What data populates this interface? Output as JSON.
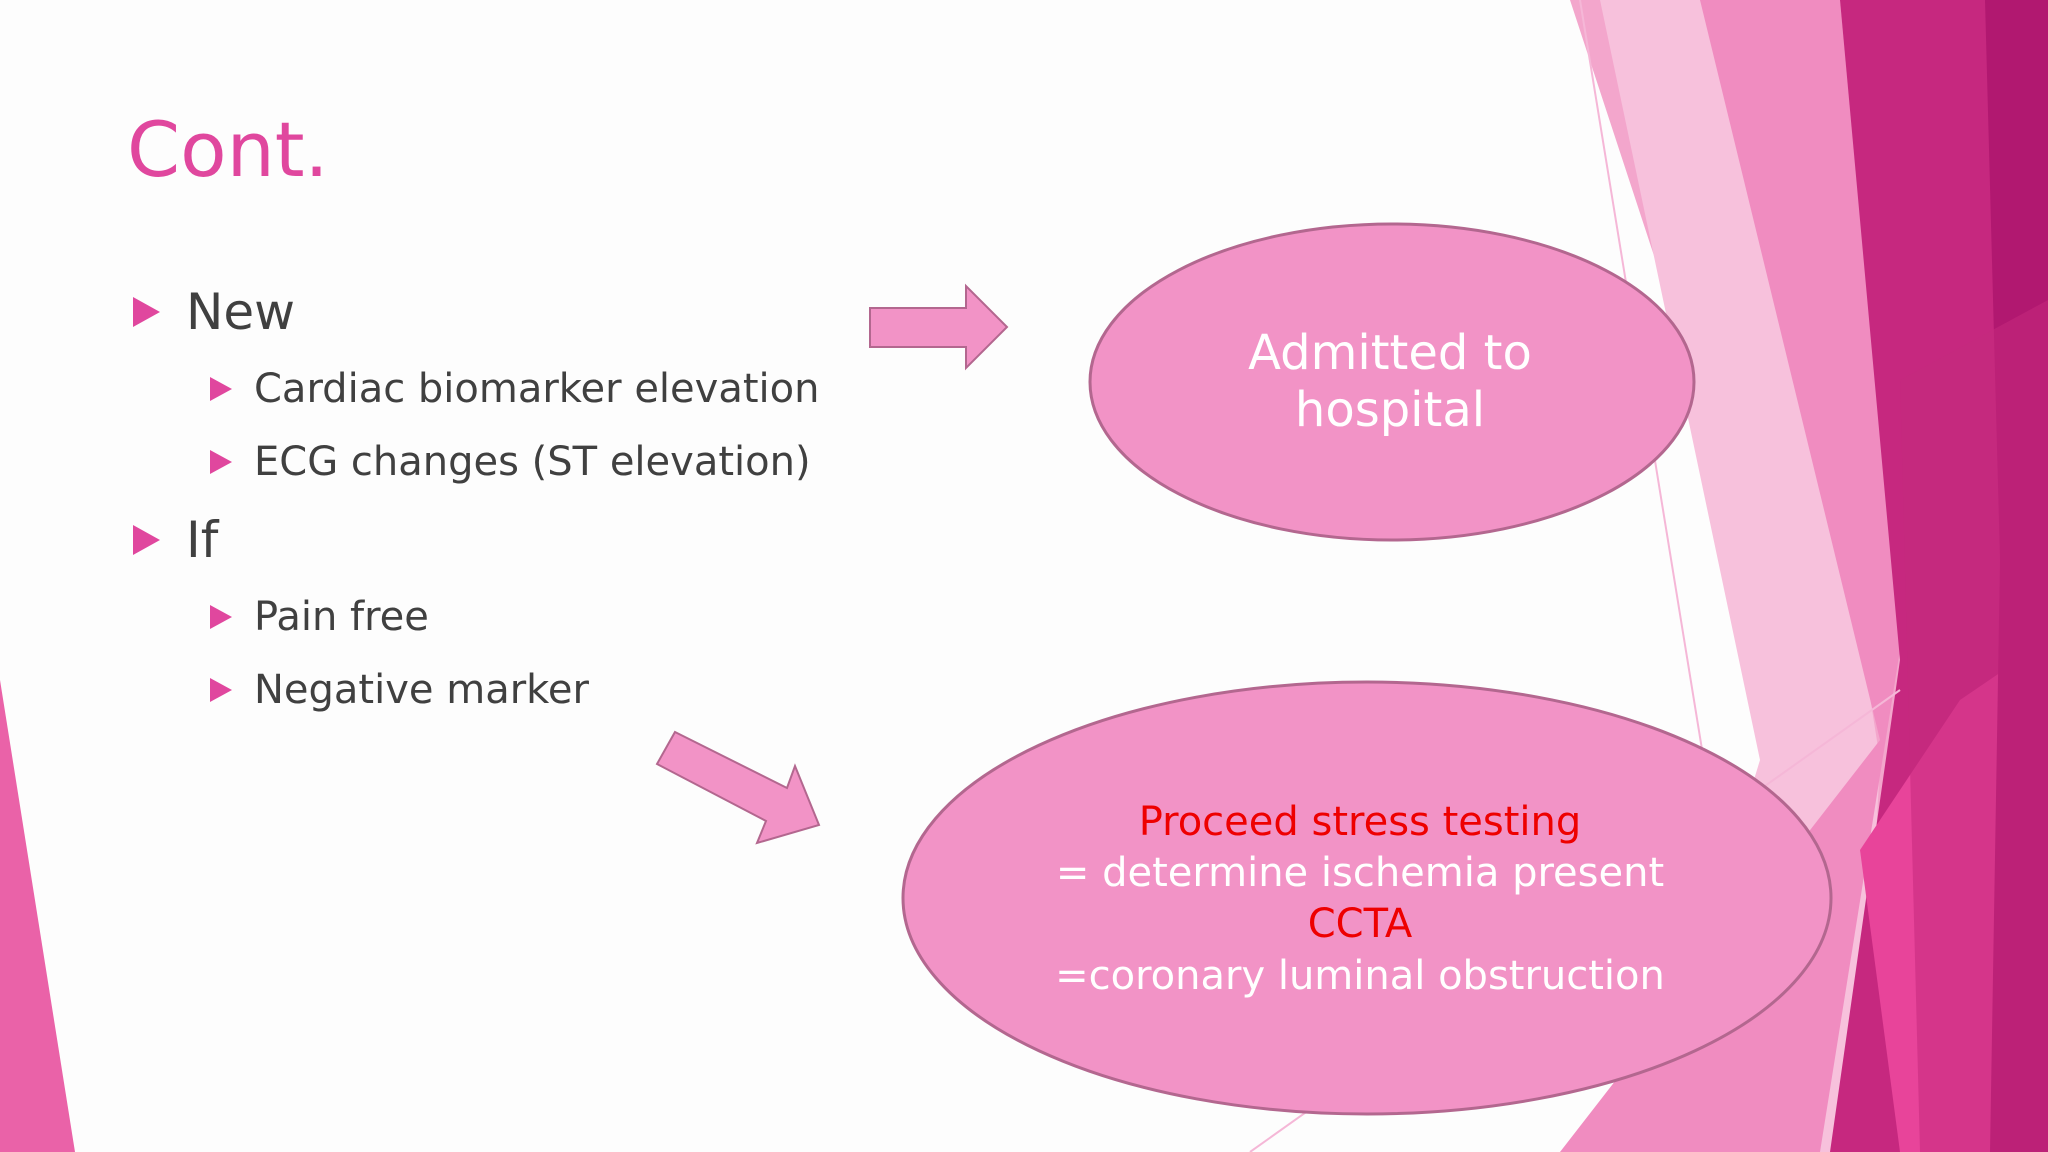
{
  "slide": {
    "title": "Cont.",
    "bullets": [
      {
        "label": "New",
        "sub": [
          "Cardiac biomarker elevation",
          "ECG changes (ST elevation)"
        ]
      },
      {
        "label": "If",
        "sub": [
          "Pain free",
          "Negative marker"
        ]
      }
    ],
    "outcome_top": {
      "line1": "Admitted to",
      "line2": "hospital"
    },
    "outcome_bottom": {
      "line1": "Proceed stress testing",
      "line2": "= determine ischemia present",
      "line3": "CCTA",
      "line4": "=coronary luminal obstruction"
    }
  },
  "colors": {
    "accent": "#e0479e",
    "ellipse_fill": "#f293c6",
    "ellipse_stroke": "#b3678f",
    "text_body": "#404040",
    "highlight_red": "#ee0000"
  }
}
